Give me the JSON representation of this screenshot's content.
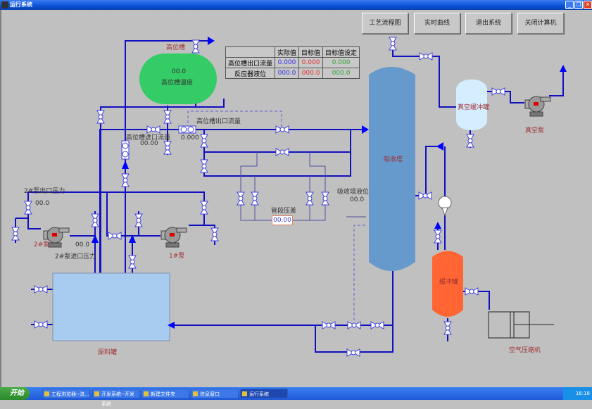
{
  "window": {
    "title": "运行系统",
    "min_icon": "minimize-icon",
    "max_icon": "restore-icon",
    "close_icon": "close-icon"
  },
  "toolbar": {
    "buttons": [
      {
        "label": "工艺流程图"
      },
      {
        "label": "实时曲线"
      },
      {
        "label": "退出系统"
      },
      {
        "label": "关闭计算机"
      }
    ]
  },
  "table": {
    "headers": [
      "",
      "实际值",
      "目标值",
      "目标值设定"
    ],
    "rows": [
      {
        "name": "高位槽出口流量",
        "actual": "0.000",
        "target": "0.000",
        "setpoint": "0.000"
      },
      {
        "name": "反应器液位",
        "actual": "000.0",
        "target": "000.0",
        "setpoint": "000.0"
      }
    ]
  },
  "colors": {
    "pipe": "#1010c0",
    "arrow": "#0000ff",
    "high_tank": "#33cc66",
    "tower": "#6699cc",
    "vac_buffer": "#d4eeff",
    "buffer": "#ff6633",
    "raw_tank": "#a8ccf0"
  },
  "labels": {
    "high_tank_name": "高位槽",
    "high_tank_value": "00.0",
    "high_tank_temp": "高位槽温度",
    "inlet_flow_label": "高位槽进口流量",
    "inlet_flow_value": "00.00",
    "outlet_flow_label": "高位槽出口流量",
    "outlet_flow_value": "0.000",
    "pump2_out_label": "2#泵出口压力",
    "pump2_out_value": "00.0",
    "pump2_in_label": "2#泵进口压力",
    "pump2_in_value": "00.0",
    "pump2_name": "2#泵",
    "pump1_name": "1#泵",
    "pipe_dp_label": "管段压差",
    "pipe_dp_value": "00.00",
    "tower_level_label": "吸收塔液位",
    "tower_level_value": "00.0",
    "tower_name": "吸收塔",
    "vac_buffer_name": "真空缓冲罐",
    "vac_pump_name": "真空泵",
    "buffer_name": "缓冲罐",
    "compressor_name": "空气压缩机",
    "raw_tank_name": "原料罐"
  },
  "taskbar": {
    "start": "开始",
    "tasks": [
      {
        "label": "工程浏览器--流..."
      },
      {
        "label": "开发系统--开发系统"
      },
      {
        "label": "新建文件夹"
      },
      {
        "label": "信息窗口"
      },
      {
        "label": "运行系统"
      }
    ],
    "clock": "16:18"
  }
}
